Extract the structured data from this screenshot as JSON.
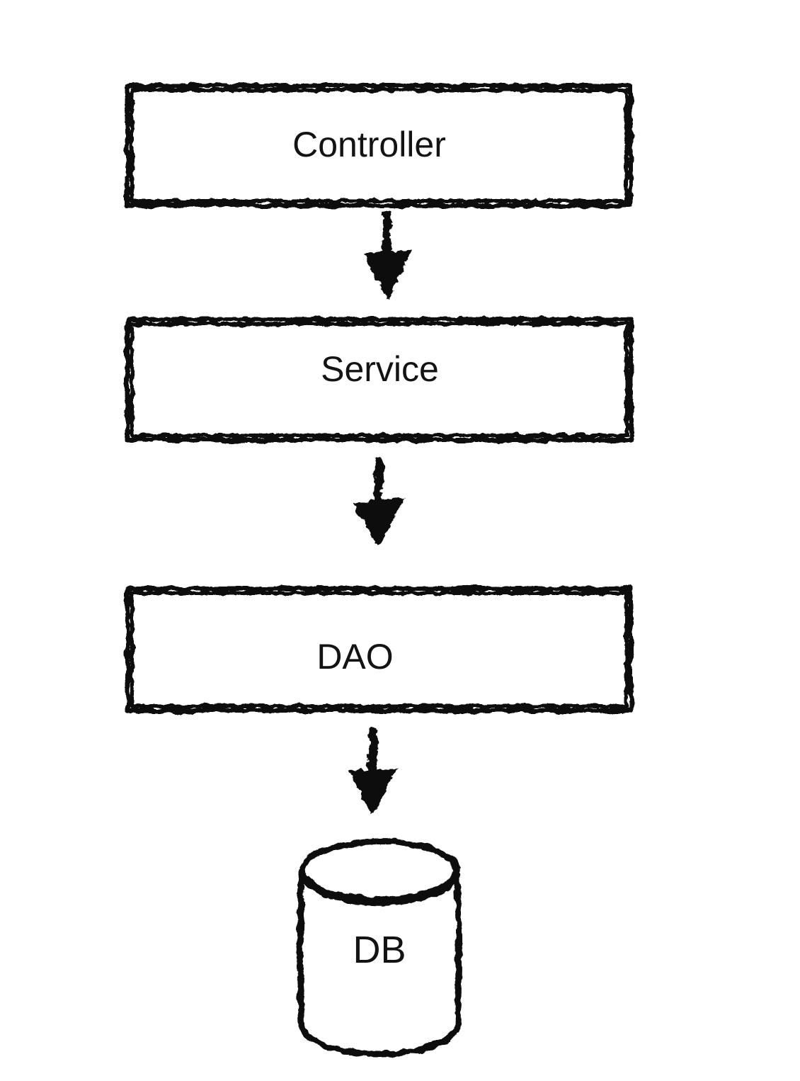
{
  "diagram": {
    "background": "#ffffff",
    "ink": "#0d0d0d",
    "style": "hand-drawn-sketch",
    "nodes": [
      {
        "id": "controller",
        "label": "Controller",
        "shape": "rectangle"
      },
      {
        "id": "service",
        "label": "Service",
        "shape": "rectangle"
      },
      {
        "id": "dao",
        "label": "DAO",
        "shape": "rectangle"
      },
      {
        "id": "db",
        "label": "DB",
        "shape": "cylinder"
      }
    ],
    "connectors": [
      {
        "from": "controller",
        "to": "service",
        "style": "solid-arrow",
        "direction": "down"
      },
      {
        "from": "service",
        "to": "dao",
        "style": "solid-arrow",
        "direction": "down"
      },
      {
        "from": "dao",
        "to": "db",
        "style": "solid-arrow",
        "direction": "down"
      }
    ]
  }
}
